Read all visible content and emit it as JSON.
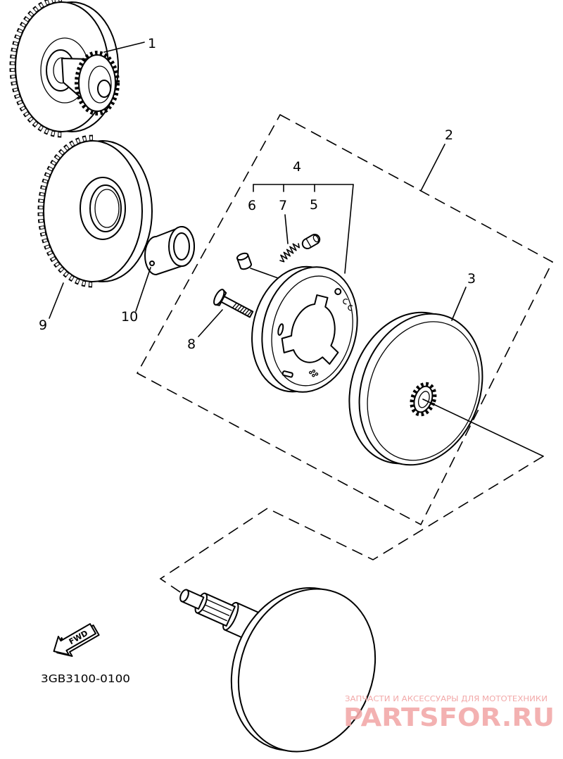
{
  "diagram": {
    "callouts": [
      "1",
      "2",
      "3",
      "4",
      "5",
      "6",
      "7",
      "8",
      "9",
      "10"
    ],
    "fwd_label": "FWD",
    "diagram_code": "3GB3100-0100"
  },
  "watermark": {
    "tagline": "ЗАПЧАСТИ И АКСЕССУАРЫ ДЛЯ МОТОТЕХНИКИ",
    "logo": "PARTSFOR.RU"
  },
  "icons": {
    "direction": "fwd-arrow-icon"
  },
  "colors": {
    "ink": "#000000",
    "paper": "#ffffff",
    "watermark": "#f2a9a9"
  }
}
